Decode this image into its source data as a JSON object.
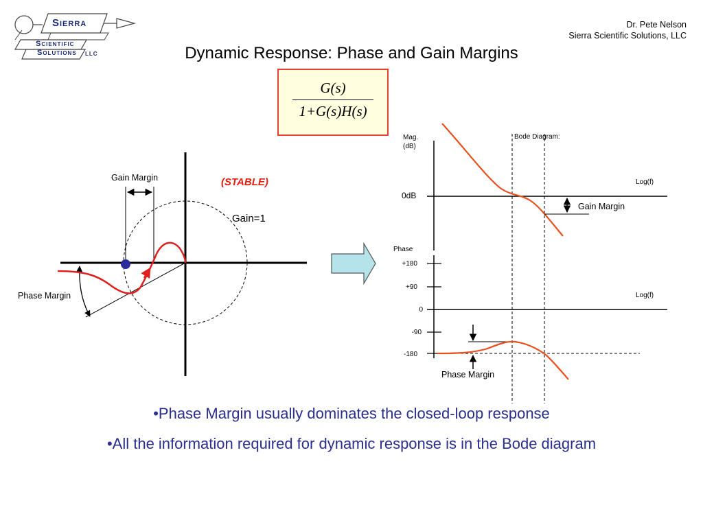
{
  "logo": {
    "line1": "Sierra",
    "line2": "Scientific",
    "line3": "Solutions",
    "line3_suffix": "LLC"
  },
  "author": {
    "name": "Dr. Pete Nelson",
    "company": "Sierra Scientific Solutions, LLC"
  },
  "title": "Dynamic Response: Phase and Gain Margins",
  "formula": {
    "numerator": "G(s)",
    "denominator": "1+G(s)H(s)"
  },
  "nyquist": {
    "gain_margin_label": "Gain Margin",
    "stable_label": "(STABLE)",
    "unit_circle_label": "Gain=1",
    "phase_margin_label": "Phase Margin"
  },
  "bode": {
    "title": "Bode Diagram:",
    "mag_axis_label_line1": "Mag.",
    "mag_axis_label_line2": "(dB)",
    "zero_db_label": "0dB",
    "log_f_label_mag": "Log(f)",
    "gain_margin_label": "Gain Margin",
    "phase_axis_label": "Phase",
    "phase_ticks": [
      "+180",
      "+90",
      "0",
      "-90",
      "-180"
    ],
    "log_f_label_phase": "Log(f)",
    "phase_margin_label": "Phase Margin"
  },
  "bullets": [
    "•Phase Margin usually dominates the closed-loop response",
    "•All the information required for dynamic response is in the Bode diagram"
  ],
  "colors": {
    "curve": "#e8501e",
    "nyquist_curve": "#e02020",
    "accent_text": "#2a2e8c",
    "stable_text": "#e02010",
    "formula_border": "#e34234",
    "formula_fill": "#ffffe0",
    "arrow_fill": "#b4e4ea",
    "logo_text": "#1b2a78"
  }
}
